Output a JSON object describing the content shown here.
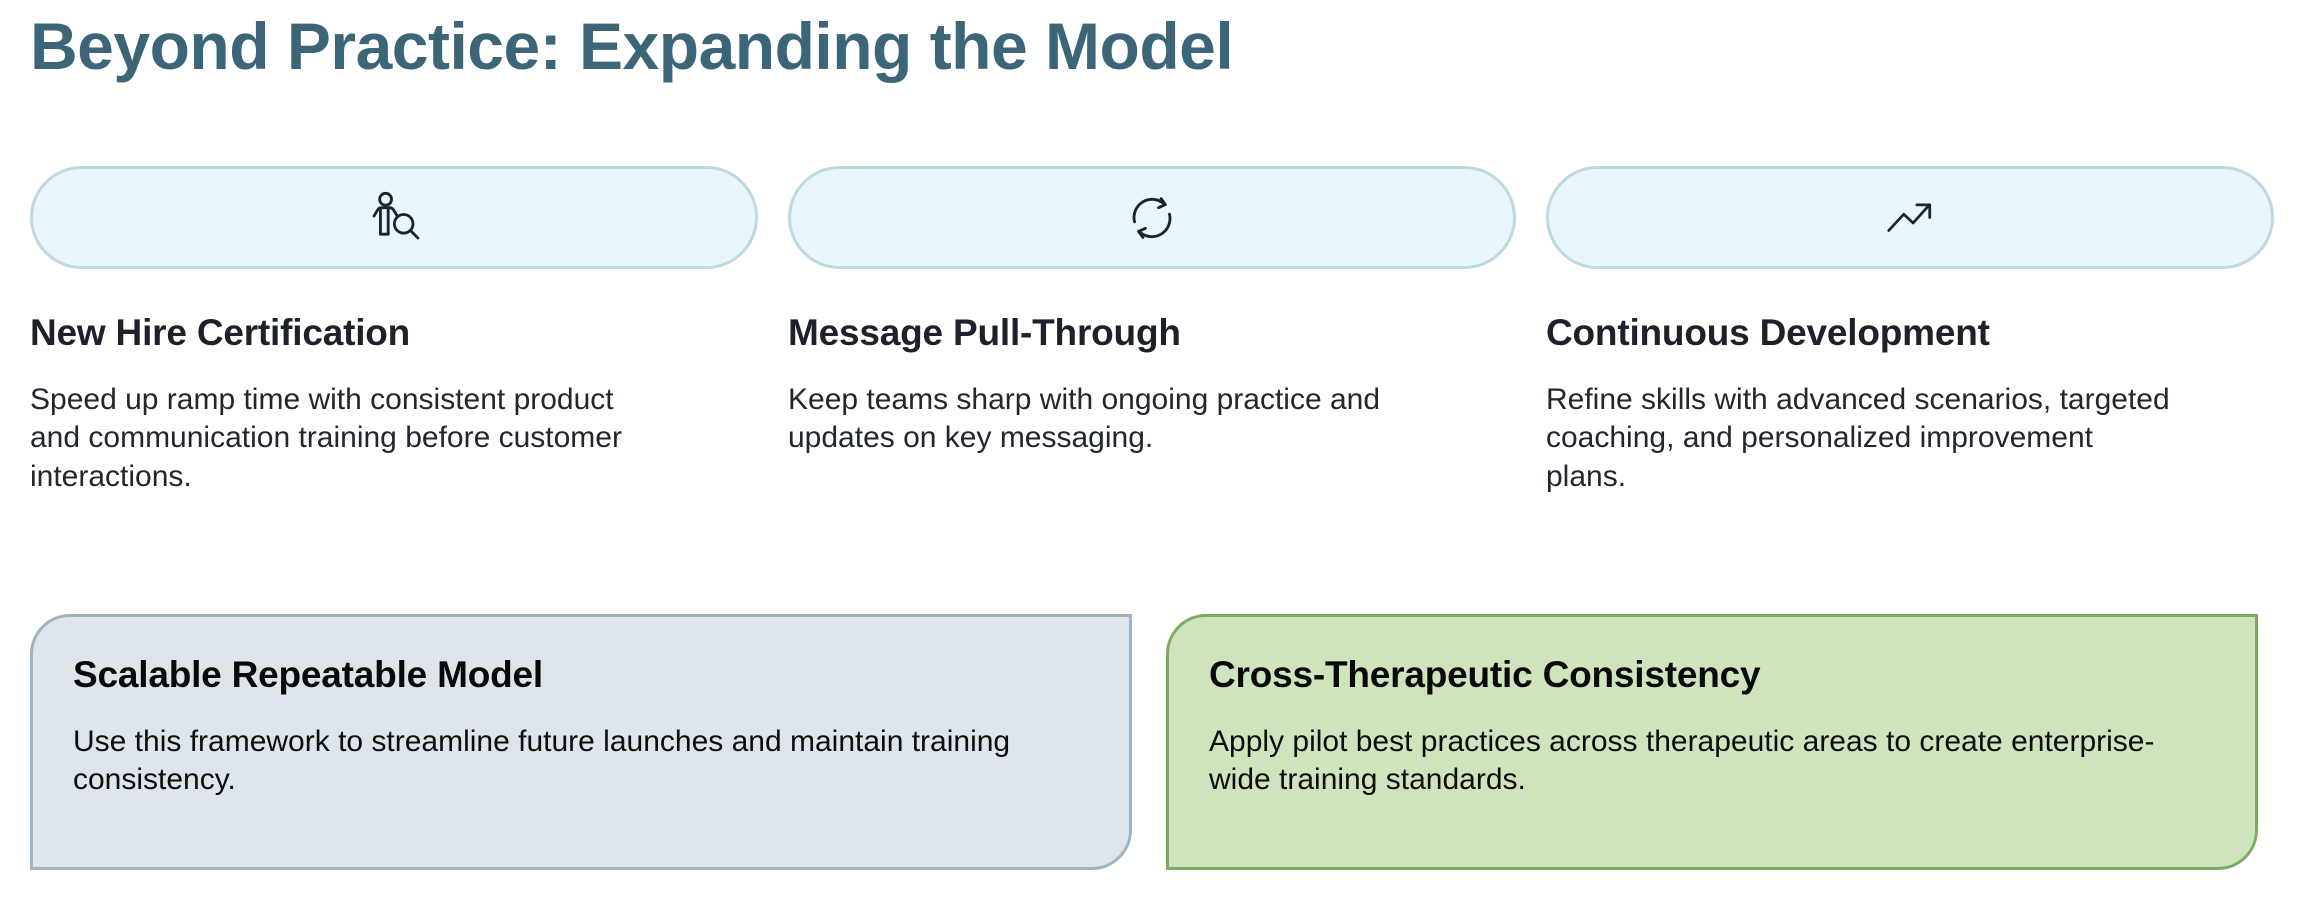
{
  "title": "Beyond Practice: Expanding the Model",
  "colors": {
    "title": "#3d6578",
    "pill_fill": "#e9f6fc",
    "pill_border": "#bed9e2",
    "icon_stroke": "#1d2430",
    "heading": "#1d212c",
    "body": "#22262f",
    "card_blue_fill": "#dde4ea",
    "card_blue_border": "#9eb4c0",
    "card_green_fill": "#cfe4bd",
    "card_green_border": "#7dab63"
  },
  "columns": [
    {
      "icon": "person-search-icon",
      "heading": "New Hire Certification",
      "body": "Speed up ramp time with consistent product and communication training before customer interactions."
    },
    {
      "icon": "refresh-cycle-icon",
      "heading": "Message Pull-Through",
      "body": "Keep teams sharp with ongoing practice and updates on key messaging."
    },
    {
      "icon": "trending-up-icon",
      "heading": "Continuous Development",
      "body": "Refine skills with advanced scenarios, targeted coaching, and personalized improvement plans."
    }
  ],
  "cards": [
    {
      "title": "Scalable Repeatable Model",
      "body": "Use this framework to streamline future launches and maintain training consistency."
    },
    {
      "title": "Cross-Therapeutic Consistency",
      "body": "Apply pilot best practices across therapeutic areas to create enterprise-wide training standards."
    }
  ]
}
